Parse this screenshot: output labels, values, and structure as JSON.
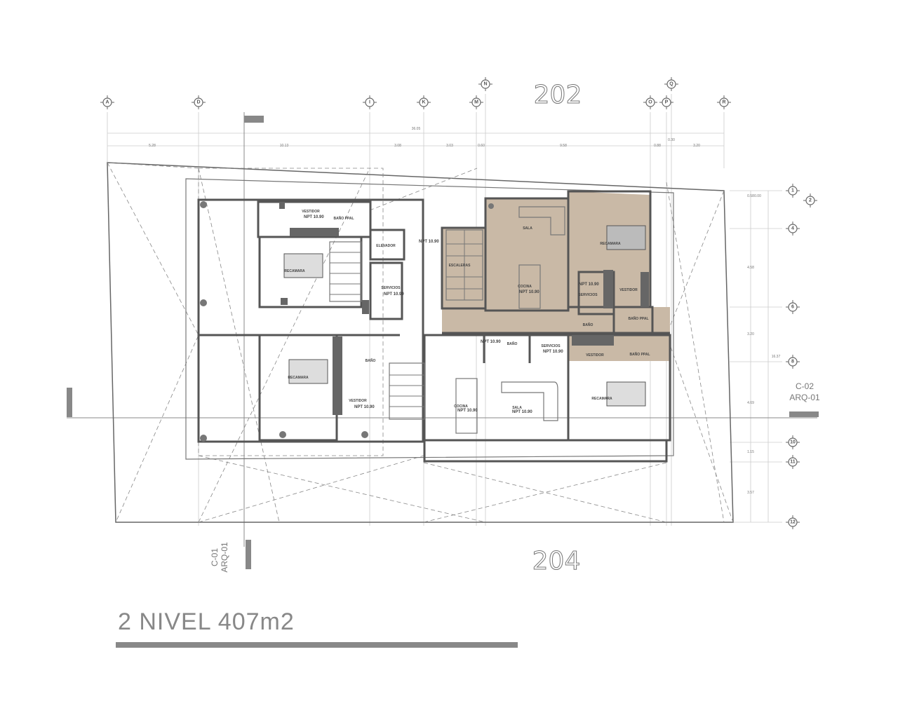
{
  "plan": {
    "title": "2 NIVEL 407m2",
    "street_top": "202",
    "street_bottom": "204",
    "section_1": {
      "code": "C-01",
      "sheet": "ARQ-01"
    },
    "section_2": {
      "code": "C-02",
      "sheet": "ARQ-01"
    },
    "highlight_color": "#c9b9a6"
  },
  "axes_top": [
    "A",
    "D",
    "I",
    "K",
    "M",
    "N",
    "O",
    "P",
    "Q",
    "R"
  ],
  "axes_right": [
    "1",
    "2",
    "4",
    "6",
    "8",
    "10",
    "11",
    "12"
  ],
  "dims_top": {
    "total": "36.05",
    "segments": [
      "5.28",
      "10.13",
      "3.08",
      "3.03",
      "0.60",
      "9.58",
      "0.88",
      "0.30",
      "3.20"
    ]
  },
  "dims_right": {
    "total": "16.37",
    "segments": [
      "0.58",
      "0.00",
      "4.58",
      "3.20",
      "4.69",
      "1.15",
      "3.57"
    ]
  },
  "level": "NPT 10.90",
  "rooms": [
    "VESTIDOR",
    "BAÑO PPAL",
    "RECAMARA",
    "ELEVADOR",
    "SERVICIOS",
    "RECAMARA",
    "BAÑO",
    "VESTIDOR",
    "ESCALERAS",
    "SALA",
    "COCINA",
    "RECAMARA",
    "SERVICIOS",
    "VESTIDOR",
    "BAÑO",
    "BAÑO PPAL",
    "BAÑO",
    "SERVICIOS",
    "VESTIDOR",
    "BAÑO PPAL",
    "COCINA",
    "SALA",
    "RECAMARA"
  ]
}
